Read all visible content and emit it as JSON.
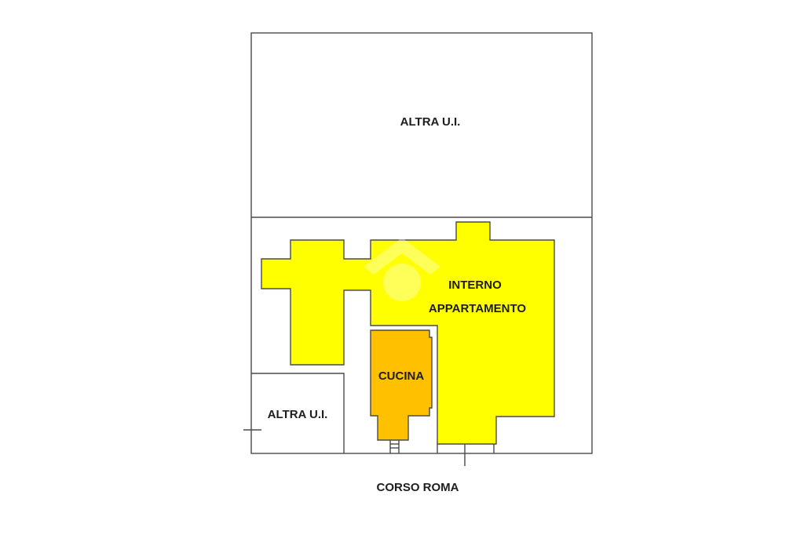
{
  "plan": {
    "labels": {
      "other_unit_top": "ALTRA U.I.",
      "apartment_line1": "INTERNO",
      "apartment_line2": "APPARTAMENTO",
      "kitchen": "CUCINA",
      "other_unit_bottom": "ALTRA U.I.",
      "street": "CORSO ROMA"
    },
    "colors": {
      "apartment": "#ffff00",
      "kitchen": "#ffc000",
      "walls": "#4a4a4a",
      "text": "#1e1e1e"
    }
  }
}
